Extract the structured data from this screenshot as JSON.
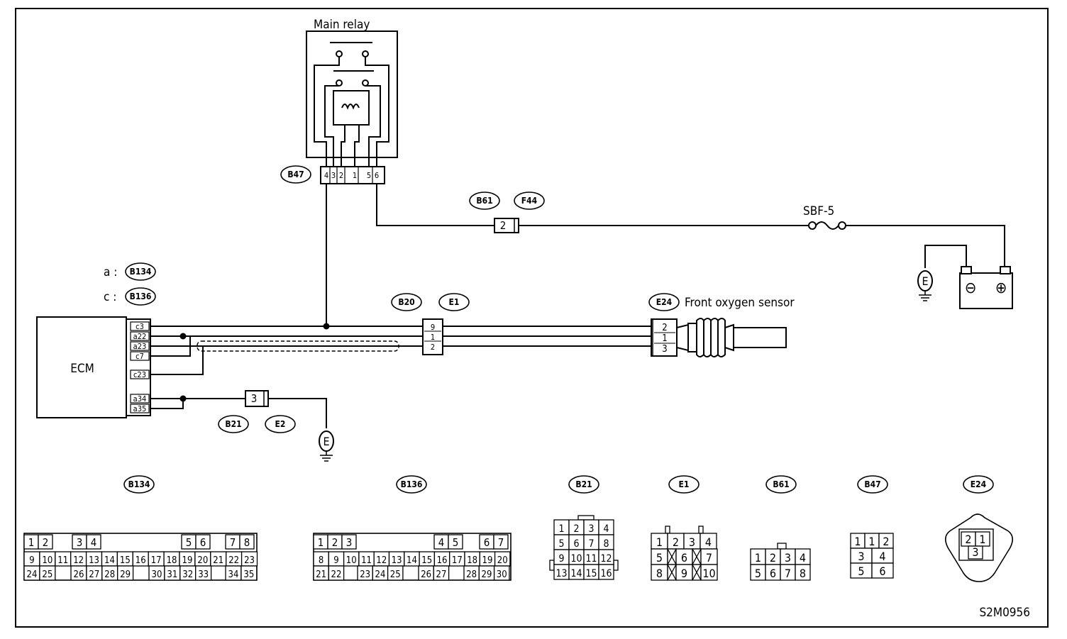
{
  "diagram": {
    "code": "S2M0956",
    "labels": {
      "main_relay": "Main relay",
      "ecm": "ECM",
      "front_o2": "Front oxygen sensor",
      "sbf": "SBF-5",
      "a_prefix": "a :",
      "c_prefix": "c :",
      "ground": "E",
      "minus": "⊖",
      "plus": "⊕"
    },
    "tags": {
      "b47": "B47",
      "b61": "B61",
      "f44": "F44",
      "b134": "B134",
      "b136": "B136",
      "b20": "B20",
      "e1": "E1",
      "e24": "E24",
      "b21": "B21",
      "e2": "E2"
    },
    "relay_pins": [
      "4",
      "3",
      "2",
      "1",
      "5",
      "6"
    ],
    "ecm_pins": [
      "c3",
      "a22",
      "a23",
      "c7",
      "c23",
      "a34",
      "a35"
    ],
    "b61_pin": "2",
    "b20_pins": [
      "9",
      "1",
      "2"
    ],
    "e24_pins": [
      "2",
      "1",
      "3"
    ],
    "b21_pin": "3",
    "connectors": {
      "b134": {
        "title": "B134",
        "rows": [
          [
            "1",
            "2",
            "3",
            "4",
            "5",
            "6",
            "7",
            "8"
          ],
          [
            "9",
            "10",
            "11",
            "12",
            "13",
            "14",
            "15",
            "16",
            "17",
            "18",
            "19",
            "20",
            "21",
            "22",
            "23"
          ],
          [
            "24",
            "25",
            "26",
            "27",
            "28",
            "29",
            "30",
            "31",
            "32",
            "33",
            "34",
            "35"
          ]
        ]
      },
      "b136": {
        "title": "B136",
        "rows": [
          [
            "1",
            "2",
            "3",
            "4",
            "5",
            "6",
            "7"
          ],
          [
            "8",
            "9",
            "10",
            "11",
            "12",
            "13",
            "14",
            "15",
            "16",
            "17",
            "18",
            "19",
            "20"
          ],
          [
            "21",
            "22",
            "23",
            "24",
            "25",
            "26",
            "27",
            "28",
            "29",
            "30"
          ]
        ]
      },
      "b21": {
        "title": "B21",
        "rows": [
          [
            "1",
            "2",
            "3",
            "4"
          ],
          [
            "5",
            "6",
            "7",
            "8"
          ],
          [
            "9",
            "10",
            "11",
            "12"
          ],
          [
            "13",
            "14",
            "15",
            "16"
          ]
        ]
      },
      "e1": {
        "title": "E1",
        "rows": [
          [
            "1",
            "2",
            "3",
            "4"
          ],
          [
            "5",
            "6",
            "7"
          ],
          [
            "8",
            "9",
            "10"
          ]
        ]
      },
      "b61": {
        "title": "B61",
        "rows": [
          [
            "1",
            "2",
            "3",
            "4"
          ],
          [
            "5",
            "6",
            "7",
            "8"
          ]
        ]
      },
      "b47": {
        "title": "B47",
        "rows": [
          [
            "1",
            "1",
            "2"
          ],
          [
            "3",
            "4"
          ],
          [
            "5",
            "6"
          ]
        ]
      },
      "e24": {
        "title": "E24",
        "rows": [
          [
            "2",
            "1"
          ],
          [
            "3"
          ]
        ]
      }
    }
  }
}
